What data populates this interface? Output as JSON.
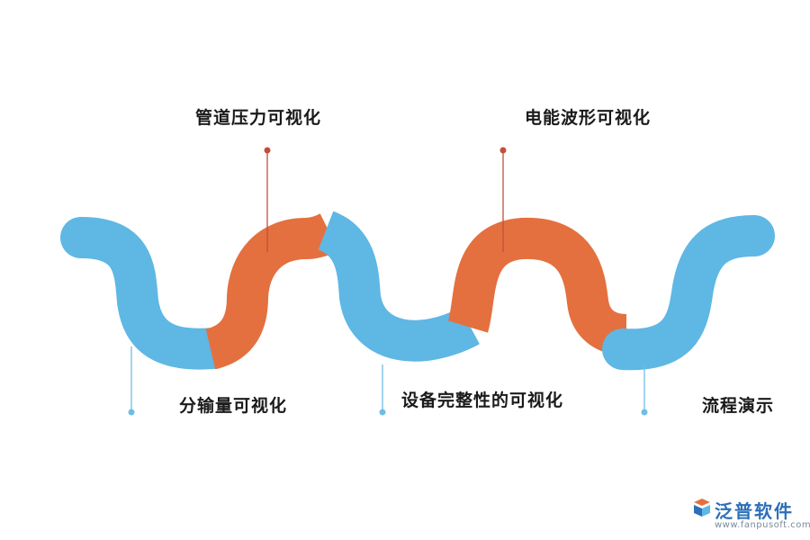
{
  "colors": {
    "blue": "#5fb7e4",
    "orange": "#e4703f",
    "orange_line": "#c0503a",
    "blue_line": "#6fbde6"
  },
  "labels": {
    "pipeline_pressure": "管道压力可视化",
    "power_waveform": "电能波形可视化",
    "transmission_volume": "分输量可视化",
    "equipment_integrity": "设备完整性的可视化",
    "process_demo": "流程演示"
  },
  "watermark": {
    "brand": "泛普软件",
    "url": "www.fanpusoft.com",
    "icon": "fanpu-logo-icon"
  }
}
